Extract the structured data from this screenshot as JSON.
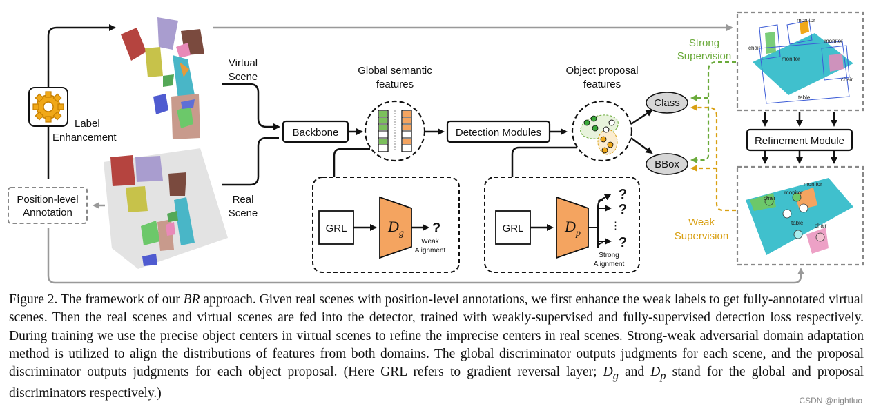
{
  "labels": {
    "virtual_scene_1": "Virtual",
    "virtual_scene_2": "Scene",
    "real_scene_1": "Real",
    "real_scene_2": "Scene",
    "label_enh_1": "Label",
    "label_enh_2": "Enhancement",
    "pos_ann_1": "Position-level",
    "pos_ann_2": "Annotation",
    "backbone": "Backbone",
    "gsf_1": "Global semantic",
    "gsf_2": "features",
    "detection_modules": "Detection Modules",
    "opf_1": "Object proposal",
    "opf_2": "features",
    "class": "Class",
    "bbox": "BBox",
    "strong_sup_1": "Strong",
    "strong_sup_2": "Supervision",
    "weak_sup_1": "Weak",
    "weak_sup_2": "Supervision",
    "refinement": "Refinement Module",
    "grl": "GRL",
    "grl2": "GRL",
    "dg_main": "D",
    "dg_sub": "g",
    "dp_main": "D",
    "dp_sub": "p",
    "weak_align_1": "Weak",
    "weak_align_2": "Alignment",
    "strong_align_1": "Strong",
    "strong_align_2": "Alignment",
    "qmark": "?",
    "vdots": "⋮",
    "obj_chair": "chair",
    "obj_monitor": "monitor",
    "obj_table": "table"
  },
  "colors": {
    "strong": "#6aaa3a",
    "weak": "#d9a013",
    "discriminator": "#f4a460",
    "arrow_gray": "#999999",
    "point_cloud": "#1fb5c4"
  },
  "caption": {
    "p1": "Figure 2. The framework of our ",
    "br": "BR",
    "p2": " approach. Given real scenes with position-level annotations, we first enhance the weak labels to get fully-annotated virtual scenes. Then the real scenes and virtual scenes are fed into the detector, trained with weakly-supervised and fully-supervised detection loss respectively. During training we use the precise object centers in virtual scenes to refine the imprecise centers in real scenes. Strong-weak adversarial domain adaptation method is utilized to align the distributions of features from both domains. The global discriminator outputs judgments for each scene, and the proposal discriminator outputs judgments for each object proposal. (Here GRL refers to gradient reversal layer; ",
    "dg": "D",
    "dg_sub": "g",
    "p3": " and ",
    "dp": "D",
    "dp_sub": "p",
    "p4": " stand for the global and proposal discriminators respectively.)"
  },
  "watermark": "CSDN @nightluo"
}
